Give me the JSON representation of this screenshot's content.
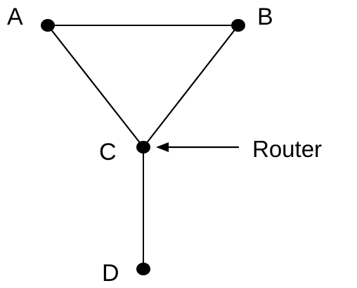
{
  "diagram": {
    "nodes": [
      {
        "id": "A",
        "label": "A"
      },
      {
        "id": "B",
        "label": "B"
      },
      {
        "id": "C",
        "label": "C"
      },
      {
        "id": "D",
        "label": "D"
      }
    ],
    "edges": [
      {
        "from": "A",
        "to": "B"
      },
      {
        "from": "A",
        "to": "C"
      },
      {
        "from": "B",
        "to": "C"
      },
      {
        "from": "C",
        "to": "D"
      }
    ],
    "annotation": {
      "label": "Router",
      "target": "C"
    },
    "colors": {
      "stroke": "#000000",
      "fill": "#000000",
      "background": "#ffffff"
    }
  }
}
